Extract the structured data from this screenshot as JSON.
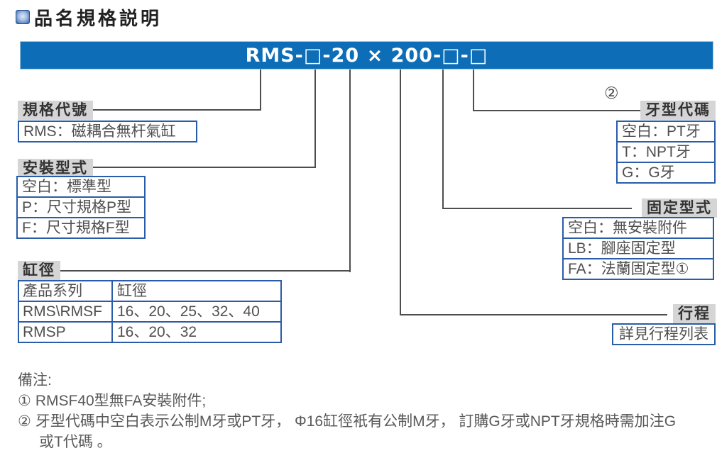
{
  "page": {
    "title": "品名規格説明"
  },
  "banner": {
    "model_code": "RMS-□-20 × 200-□-□"
  },
  "sections": {
    "spec_code": {
      "label": "規格代號",
      "rows": [
        "RMS：磁耦合無杆氣缸"
      ]
    },
    "mounting": {
      "label": "安裝型式",
      "rows": [
        "空白：標準型",
        "P：尺寸規格P型",
        "F：尺寸規格F型"
      ]
    },
    "bore": {
      "label": "缸徑",
      "table": {
        "headers": [
          "產品系列",
          "缸徑"
        ],
        "rows": [
          [
            "RMS\\RMSF",
            "16、20、25、32、40"
          ],
          [
            "RMSP",
            "16、20、32"
          ]
        ]
      }
    },
    "thread": {
      "superscript": "②",
      "label": "牙型代碼",
      "rows": [
        "空白：PT牙",
        "T：NPT牙",
        "G：G牙"
      ]
    },
    "fixing": {
      "label": "固定型式",
      "rows": [
        "空白：無安裝附件",
        "LB：腳座固定型",
        "FA：法蘭固定型①"
      ]
    },
    "stroke": {
      "label": "行程",
      "rows": [
        "詳見行程列表"
      ]
    }
  },
  "notes": {
    "heading": "備注:",
    "items": [
      {
        "marker": "①",
        "text": "RMSF40型無FA安裝附件;"
      },
      {
        "marker": "②",
        "text": "牙型代碼中空白表示公制M牙或PT牙， Φ16缸徑衹有公制M牙， 訂購G牙或NPT牙規格時需加注G或T代碼 。"
      }
    ]
  },
  "colors": {
    "banner_blue": "#0d6eb7",
    "box_border_blue": "#2a5ca8",
    "label_gray": "#d5d5d5",
    "line_gray": "#4d4d4d"
  }
}
